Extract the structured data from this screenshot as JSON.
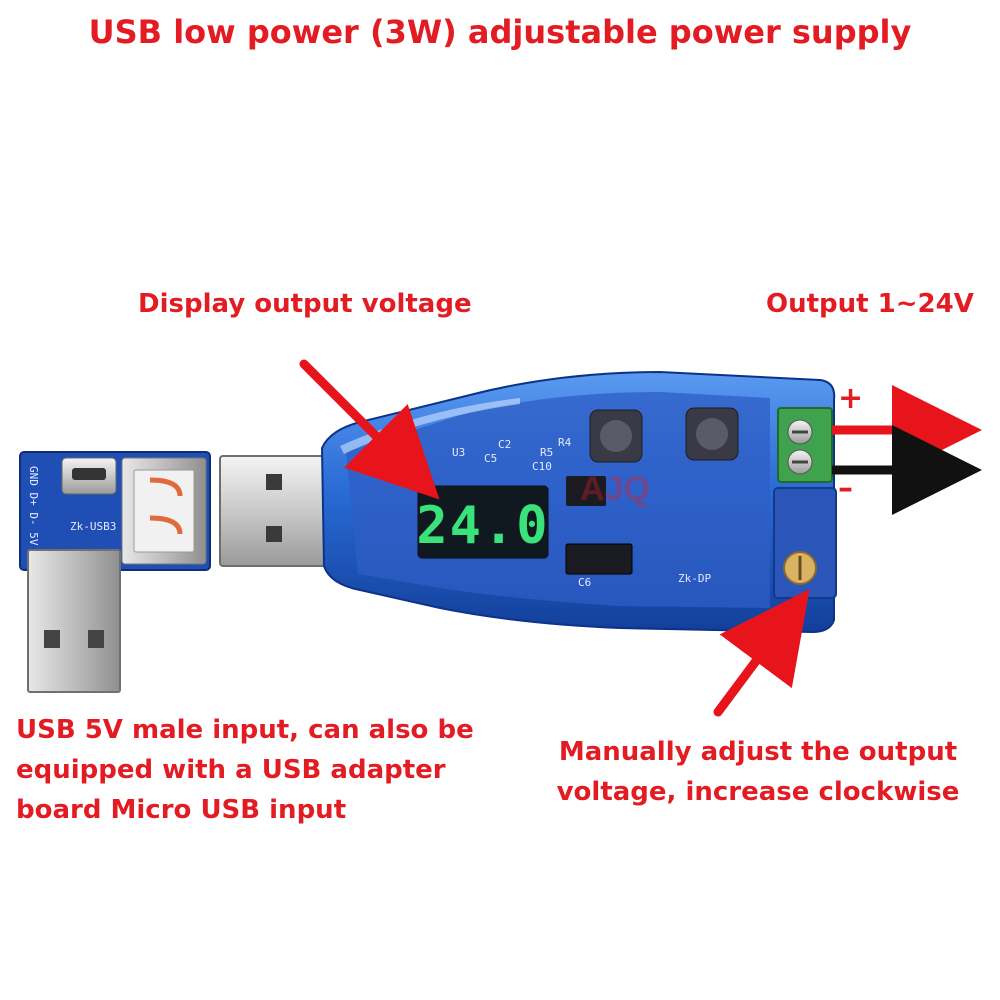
{
  "title": "USB low power (3W) adjustable power supply",
  "labels": {
    "display": "Display output voltage",
    "output": "Output 1~24V",
    "input_lines": [
      "USB 5V male input, can also be",
      "equipped with a USB adapter",
      "board Micro USB input"
    ],
    "adjust_lines": [
      "Manually adjust the output",
      "voltage, increase clockwise"
    ],
    "plus": "+",
    "minus": "–"
  },
  "display_reading": "24.0",
  "pcb_marks": {
    "adapter_board": "Zk-USB3",
    "adapter_pins": "GND D+ D- 5V",
    "module_board": "Zk-DP",
    "components": [
      "U3",
      "C2",
      "C5",
      "R5",
      "R4",
      "C10",
      "C6"
    ],
    "watermark": "AJQ"
  },
  "colors": {
    "label_red": "#e31b23",
    "arrow_red": "#e8141c",
    "arrow_black": "#111111",
    "case_blue": "#2a6bd6",
    "led_green": "#39e27a",
    "terminal_green": "#3fa34d"
  }
}
